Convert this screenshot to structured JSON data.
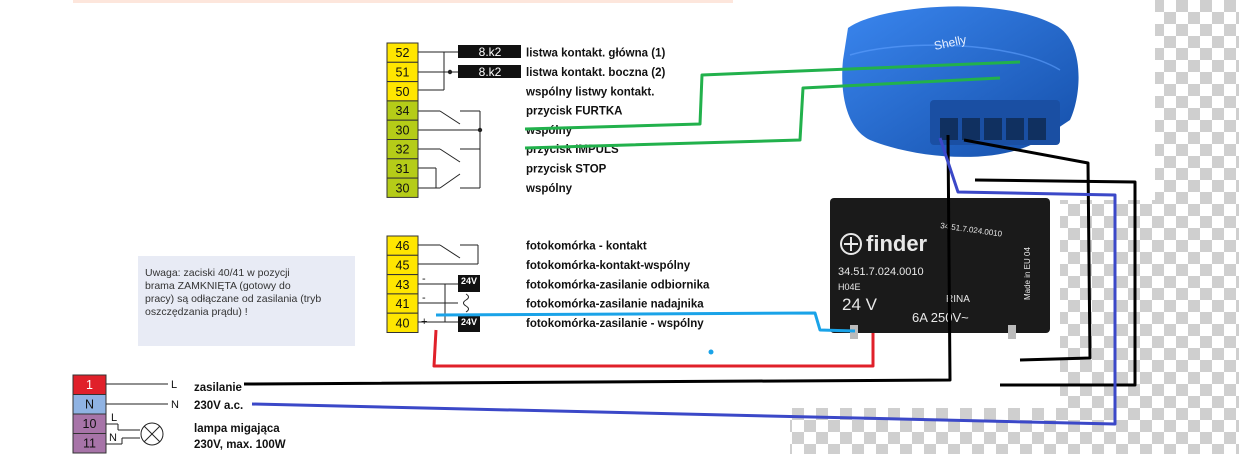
{
  "terminals_top": [
    {
      "num": "52",
      "label": "listwa kontakt. główna (1)"
    },
    {
      "num": "51",
      "label": "listwa kontakt. boczna (2)"
    },
    {
      "num": "50",
      "label": "wspólny listwy kontakt."
    },
    {
      "num": "34",
      "label": "przycisk FURTKA"
    },
    {
      "num": "30",
      "label": "wspólny"
    },
    {
      "num": "32",
      "label": "przycisk IMPULS"
    },
    {
      "num": "31",
      "label": "przycisk STOP"
    },
    {
      "num": "30",
      "label": "wspólny"
    }
  ],
  "resistors": [
    "8.k2",
    "8.k2"
  ],
  "terminals_bottom": [
    {
      "num": "46",
      "label": "fotokomórka - kontakt"
    },
    {
      "num": "45",
      "label": "fotokomórka-kontakt-wspólny"
    },
    {
      "num": "43",
      "label": "fotokomórka-zasilanie odbiornika"
    },
    {
      "num": "41",
      "label": "fotokomórka-zasilanie nadajnika"
    },
    {
      "num": "40",
      "label": "fotokomórka-zasilanie - wspólny"
    }
  ],
  "supply_24v": "24V",
  "polarity": {
    "minus": "-",
    "plus": "+"
  },
  "note_lines": [
    "Uwaga: zaciski 40/41 w pozycji",
    "brama ZAMKNIĘTA (gotowy do",
    "pracy) są odłączane od zasilania (tryb",
    "oszczędzania prądu) !"
  ],
  "power_terminals": [
    {
      "num": "1",
      "wire": "L"
    },
    {
      "num": "N",
      "wire": "N"
    },
    {
      "num": "10",
      "wire": "L"
    },
    {
      "num": "11",
      "wire": "N"
    }
  ],
  "supply_label": {
    "line1": "zasilanie",
    "line2": "230V a.c."
  },
  "lamp_label": {
    "line1": "lampa migająca",
    "line2": "230V, max. 100W"
  },
  "relay": {
    "brand": "finder",
    "model": "34.51.7.024.0010",
    "top_code": "34.51.7.024.0010",
    "code": "H04E",
    "coil": "24 V",
    "rating": "6A 250V~",
    "cert": "RINA",
    "origin": "Made in EU 04"
  },
  "shelly": {
    "brand": "Shelly"
  },
  "colors": {
    "terminal_yellow": "#ffe600",
    "terminal_green": "#b5cc18",
    "terminal_red": "#e0202a",
    "terminal_blue": "#8fb3e3",
    "terminal_purple": "#a774a8",
    "wire_green": "#22b14c",
    "wire_black": "#000000",
    "wire_blue": "#3b48c8",
    "wire_red": "#e0202a",
    "wire_cyan": "#1aa3e8",
    "shelly_blue": "#1d5fc7",
    "relay_black": "#1a1a1a",
    "note_bg": "#e8ebf5",
    "header_band": "#fde6dc"
  }
}
